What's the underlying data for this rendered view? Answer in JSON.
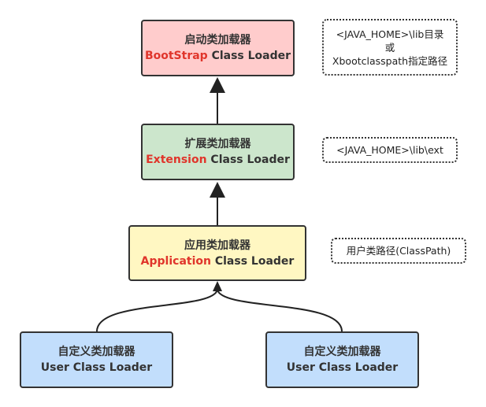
{
  "loaders": {
    "bootstrap": {
      "title": "启动类加载器",
      "name_highlight": "BootStrap",
      "name_rest": " Class Loader",
      "fill": "#ffcccc"
    },
    "extension": {
      "title": "扩展类加载器",
      "name_highlight": "Extension",
      "name_rest": " Class Loader",
      "fill": "#cce6cc"
    },
    "application": {
      "title": "应用类加载器",
      "name_highlight": "Application",
      "name_rest": " Class Loader",
      "fill": "#fff7c2"
    },
    "user_left": {
      "title": "自定义类加载器",
      "name": "User Class Loader",
      "fill": "#c2defc"
    },
    "user_right": {
      "title": "自定义类加载器",
      "name": "User Class Loader",
      "fill": "#c2defc"
    }
  },
  "notes": {
    "bootstrap": {
      "line1": "<JAVA_HOME>\\lib目录",
      "line2": "或",
      "line3": "Xbootclasspath指定路径"
    },
    "extension": {
      "line1": "<JAVA_HOME>\\lib\\ext"
    },
    "application": {
      "line1": "用户类路径(ClassPath)"
    }
  },
  "colors": {
    "highlight": "#e0352b",
    "border": "#333333"
  }
}
